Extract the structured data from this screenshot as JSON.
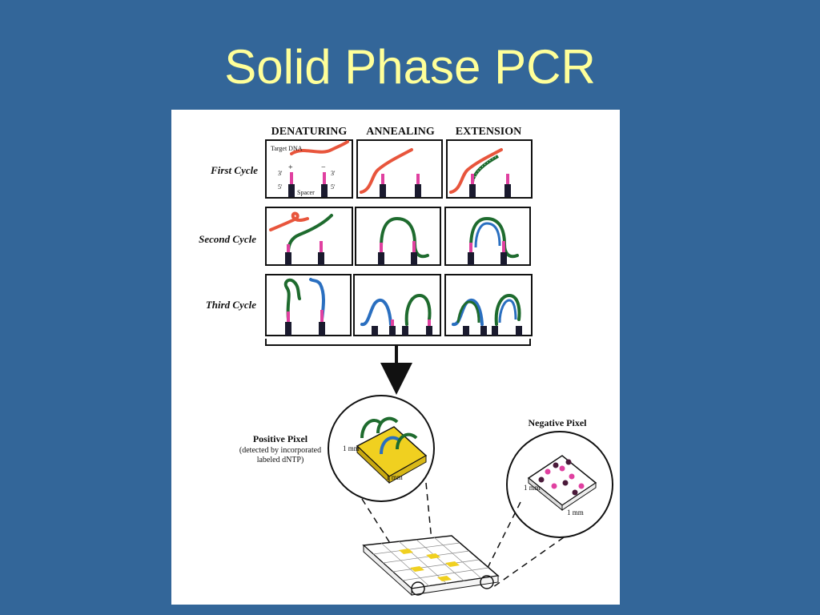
{
  "slide": {
    "title": "Solid Phase PCR"
  },
  "columns": [
    "DENATURING",
    "ANNEALING",
    "EXTENSION"
  ],
  "rows": [
    "First Cycle",
    "Second Cycle",
    "Third Cycle"
  ],
  "first_panel_labels": {
    "target": "Target DNA",
    "plus": "+",
    "minus": "−",
    "three_prime_left": "3'",
    "three_prime_right": "3'",
    "five_prime_left": "5'",
    "five_prime_right": "5'",
    "spacer": "Spacer"
  },
  "positive": {
    "title": "Positive Pixel",
    "line1": "(detected by incorporated",
    "line2": "labeled dNTP)",
    "dim_vertical": "1 mm",
    "dim_horizontal": "1 mm"
  },
  "negative": {
    "title": "Negative Pixel",
    "dim_vertical": "1 mm",
    "dim_horizontal": "1 mm"
  },
  "colors": {
    "background": "#336699",
    "title": "#ffff99",
    "target_dna": "#e8553c",
    "product_strand": "#1e6b2e",
    "third_cycle_strand": "#2a6fc0",
    "primer": "#e040a0",
    "anchor": "#1a1a2e",
    "chip_yellow": "#f0d020"
  }
}
